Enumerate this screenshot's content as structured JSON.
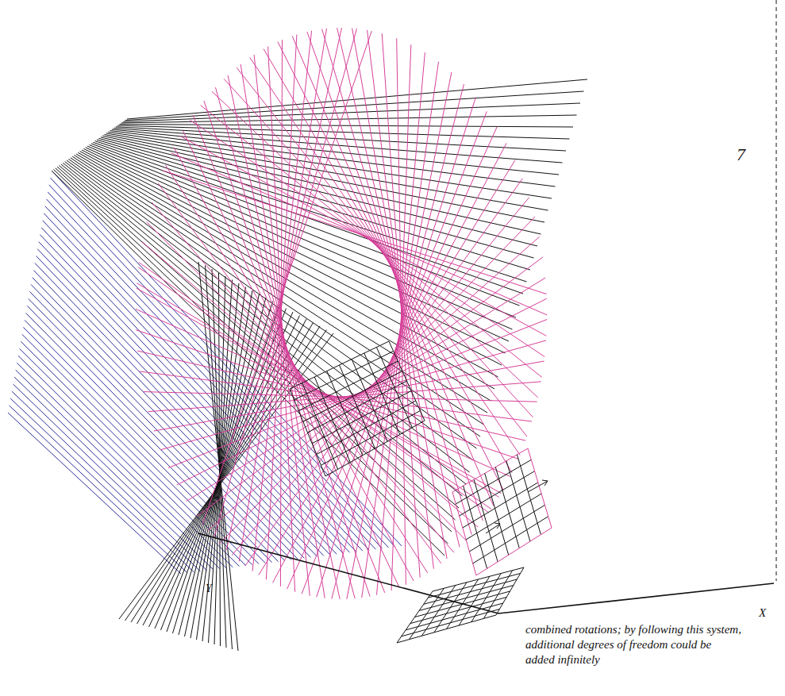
{
  "diagram": {
    "caption": "combined rotations; by following this system, additional degrees of freedom could be added infinitely",
    "labels": [
      "7",
      "Y",
      "X"
    ]
  }
}
